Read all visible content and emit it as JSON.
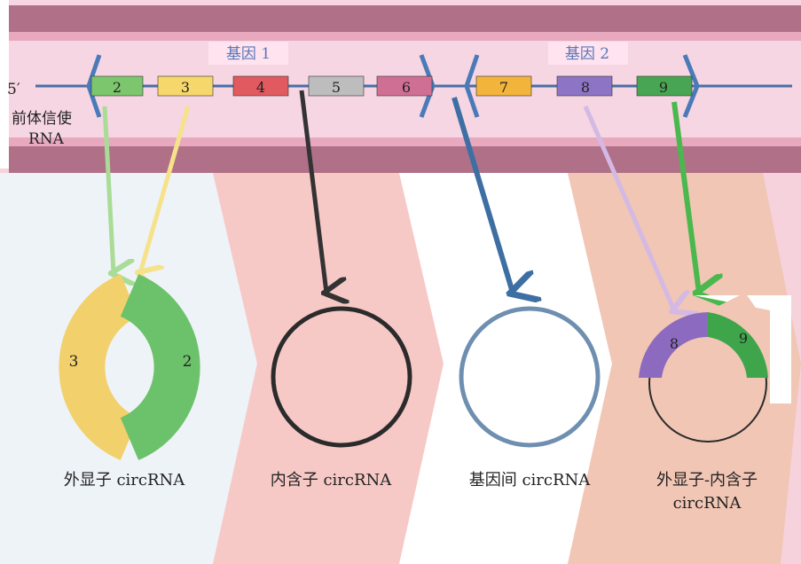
{
  "premrna": {
    "five_prime": "5′",
    "label_line1": "前体信使",
    "label_line2": "RNA"
  },
  "genes": [
    {
      "label": "基因 1"
    },
    {
      "label": "基因 2"
    }
  ],
  "exons": [
    {
      "label": "2",
      "color": "#7cc66e"
    },
    {
      "label": "3",
      "color": "#f6d76b"
    },
    {
      "label": "4",
      "color": "#e05a5f"
    },
    {
      "label": "5",
      "color": "#bdbdbd"
    },
    {
      "label": "6",
      "color": "#cf6f93"
    },
    {
      "label": "7",
      "color": "#f2b43a"
    },
    {
      "label": "8",
      "color": "#8d74c4"
    },
    {
      "label": "9",
      "color": "#48a552"
    }
  ],
  "circles": [
    {
      "name": "外显子 circRNA",
      "segments": [
        "3",
        "2"
      ]
    },
    {
      "name": "内含子 circRNA"
    },
    {
      "name": "基因间 circRNA"
    },
    {
      "name_line1": "外显子-内含子",
      "name_line2": "circRNA",
      "segments": [
        "8",
        "9"
      ]
    }
  ],
  "colors": {
    "band_dark": "#b07088",
    "band_light": "#f6d6e2",
    "rna_line": "#4a6fa6",
    "panel1": "#eef3f8",
    "panel2": "#f6c9c6",
    "panel3": "#ffffff",
    "panel4": "#f1c6b4"
  }
}
